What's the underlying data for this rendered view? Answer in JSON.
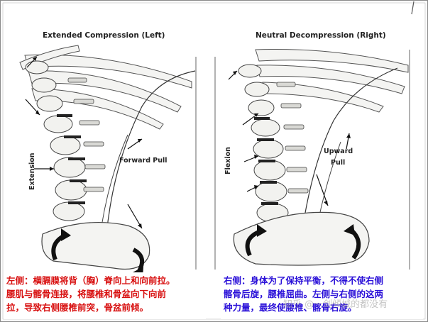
{
  "panels": {
    "left": {
      "title": "Extended Compression (Left)",
      "labels": {
        "extension": "Extension",
        "forward_pull": "Forward Pull"
      }
    },
    "right": {
      "title": "Neutral Decompression (Right)",
      "labels": {
        "flexion": "Flexion",
        "upward_pull_line1": "Upward",
        "upward_pull_line2": "Pull"
      }
    }
  },
  "captions": {
    "left": [
      "左侧：横膈膜将背（胸）脊向上和向前拉。",
      "腰肌与髂骨连接，将腰椎和骨盆向下向前",
      "拉，导致右侧腰椎前突，骨盆前倾。"
    ],
    "right": [
      "右侧：身体为了保持平衡，不得不使右侧",
      "髂骨后旋，腰椎屈曲。左侧与右侧的这两",
      "种力量，最终使腰椎、髂骨右旋。"
    ]
  },
  "watermark": "知乎 @一剑倾城的都没有",
  "colors": {
    "left_caption": "#d81010",
    "right_caption": "#2a10d8",
    "arrow": "#111111",
    "bone_stroke": "#555555"
  }
}
